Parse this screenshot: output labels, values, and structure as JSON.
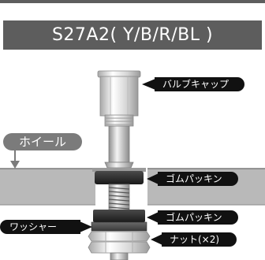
{
  "title": "S27A2( Y/B/R/BL )",
  "labels": {
    "valve_cap": "バルブキャップ",
    "wheel": "ホイール",
    "rubber_packing_upper": "ゴムパッキン",
    "rubber_packing_lower": "ゴムパッキン",
    "washer": "ワッシャー",
    "nut": "ナット(×2)"
  },
  "colors": {
    "title_bar": "#5d5d5d",
    "callout": "#111111",
    "wheel_body": "#b8b8b8",
    "metal": "#d9d9d9",
    "rubber": "#2b2b2b"
  }
}
